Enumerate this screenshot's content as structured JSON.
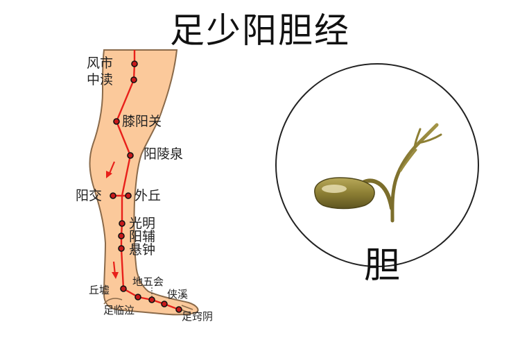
{
  "title": "足少阳胆经",
  "organ_label": "胆",
  "colors": {
    "skin": "#fbc99b",
    "outline": "#8a6a4a",
    "meridian": "#e8201a",
    "point_fill": "#c8191b",
    "point_stroke": "#111111"
  },
  "points": [
    {
      "id": "fengshi",
      "label": "风市"
    },
    {
      "id": "zhongdu",
      "label": "中渎"
    },
    {
      "id": "xiyangguan",
      "label": "膝阳关"
    },
    {
      "id": "yanglingquan",
      "label": "阳陵泉"
    },
    {
      "id": "yangjiao",
      "label": "阳交"
    },
    {
      "id": "waiqiu",
      "label": "外丘"
    },
    {
      "id": "guangming",
      "label": "光明"
    },
    {
      "id": "yangfu",
      "label": "阳辅"
    },
    {
      "id": "xuanzhong",
      "label": "悬钟"
    },
    {
      "id": "qiuxu",
      "label": "丘墟"
    },
    {
      "id": "diwuhui",
      "label": "地五会"
    },
    {
      "id": "xiaxi",
      "label": "侠溪"
    },
    {
      "id": "zulinqi",
      "label": "足临泣"
    },
    {
      "id": "zuqiaoyin",
      "label": "足窍阴"
    }
  ]
}
